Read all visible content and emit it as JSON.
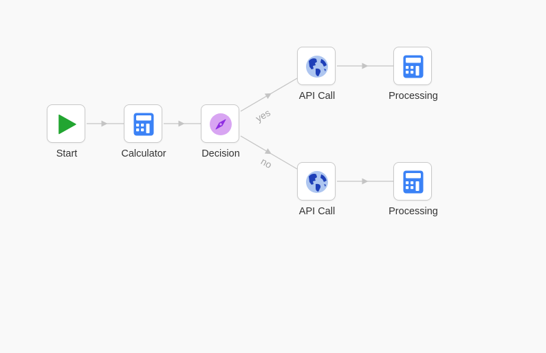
{
  "colors": {
    "canvas_bg": "#f9f9f9",
    "edge": "#c4c4c4",
    "start_icon": "#22a531",
    "calculator_icon": "#3b82f6",
    "decision_bg": "#d8a5f2",
    "decision_needle": "#8e2de2",
    "globe_ocean": "#aec6f0",
    "globe_land": "#1e3fb8"
  },
  "nodes": {
    "start": {
      "label": "Start",
      "icon": "play-icon"
    },
    "calculator": {
      "label": "Calculator",
      "icon": "calculator-icon"
    },
    "decision": {
      "label": "Decision",
      "icon": "compass-icon"
    },
    "api_yes": {
      "label": "API Call",
      "icon": "globe-icon"
    },
    "processing_yes": {
      "label": "Processing",
      "icon": "calculator-icon"
    },
    "api_no": {
      "label": "API Call",
      "icon": "globe-icon"
    },
    "processing_no": {
      "label": "Processing",
      "icon": "calculator-icon"
    }
  },
  "edges": {
    "yes_label": "yes",
    "no_label": "no"
  }
}
